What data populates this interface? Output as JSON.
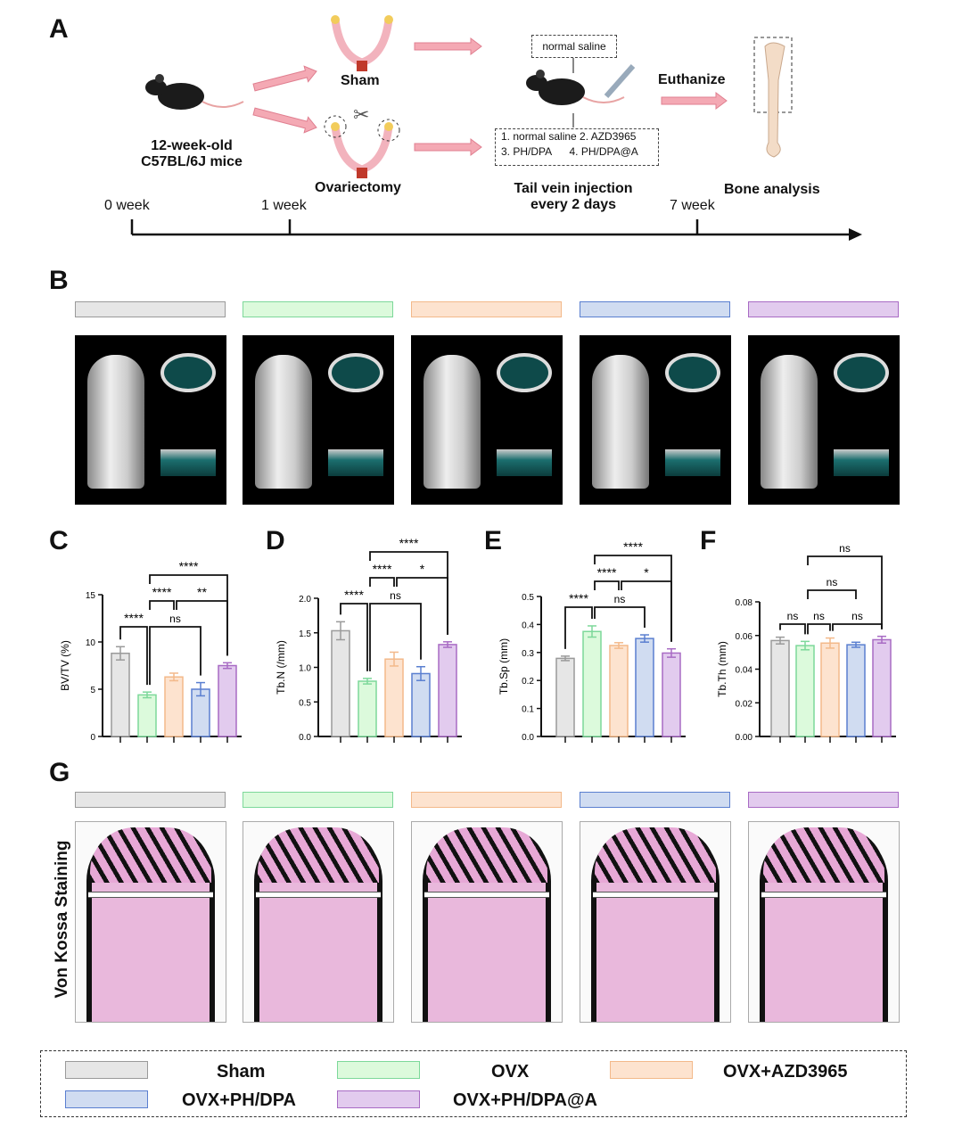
{
  "panels": {
    "a": "A",
    "b": "B",
    "c": "C",
    "d": "D",
    "e": "E",
    "f": "F",
    "g": "G"
  },
  "schematic": {
    "mice_label_1": "12-week-old",
    "mice_label_2": "C57BL/6J mice",
    "sham": "Sham",
    "ovx": "Ovariectomy",
    "normal_saline": "normal saline",
    "groups_line1": "1. normal saline 2. AZD3965",
    "groups_line2": "3. PH/DPA      4. PH/DPA@A",
    "injection_1": "Tail vein injection",
    "injection_2": "every 2 days",
    "euthanize": "Euthanize",
    "bone_analysis": "Bone analysis",
    "timeline": [
      "0 week",
      "1 week",
      "7 week"
    ]
  },
  "groups": [
    {
      "name": "Sham",
      "fill": "#e6e6e6",
      "stroke": "#9a9a9a"
    },
    {
      "name": "OVX",
      "fill": "#dcfadc",
      "stroke": "#7dd89a"
    },
    {
      "name": "OVX+AZD3965",
      "fill": "#fde3cf",
      "stroke": "#f3b98a"
    },
    {
      "name": "OVX+PH/DPA",
      "fill": "#d0dcf1",
      "stroke": "#5a7fd0"
    },
    {
      "name": "OVX+PH/DPA@A",
      "fill": "#e2cbee",
      "stroke": "#a86bc4"
    }
  ],
  "g_ylabel": "Von Kossa Staining",
  "chart_data": [
    {
      "type": "bar",
      "panel": "C",
      "ylabel": "BV/TV (%)",
      "ylim": [
        0,
        15
      ],
      "ticks": [
        "0",
        "5",
        "10",
        "15"
      ],
      "tickvals": [
        0,
        5,
        10,
        15
      ],
      "categories": [
        "Sham",
        "OVX",
        "OVX+AZD3965",
        "OVX+PH/DPA",
        "OVX+PH/DPA@A"
      ],
      "values": [
        8.8,
        4.4,
        6.3,
        5.0,
        7.5
      ],
      "sd": [
        0.7,
        0.3,
        0.4,
        0.7,
        0.3
      ],
      "comparisons": [
        [
          0,
          1,
          "****",
          1
        ],
        [
          1,
          3,
          "ns",
          1
        ],
        [
          1,
          2,
          "****",
          2
        ],
        [
          2,
          4,
          "**",
          2
        ],
        [
          1,
          4,
          "****",
          3
        ]
      ]
    },
    {
      "type": "bar",
      "panel": "D",
      "ylabel": "Tb.N (/mm)",
      "ylim": [
        0,
        2
      ],
      "ticks": [
        "0.0",
        "0.5",
        "1.0",
        "1.5",
        "2.0"
      ],
      "tickvals": [
        0,
        0.5,
        1,
        1.5,
        2
      ],
      "categories": [
        "Sham",
        "OVX",
        "OVX+AZD3965",
        "OVX+PH/DPA",
        "OVX+PH/DPA@A"
      ],
      "values": [
        1.53,
        0.8,
        1.12,
        0.91,
        1.33
      ],
      "sd": [
        0.13,
        0.04,
        0.1,
        0.1,
        0.04
      ],
      "comparisons": [
        [
          0,
          1,
          "****",
          1
        ],
        [
          1,
          3,
          "ns",
          1
        ],
        [
          1,
          2,
          "****",
          2
        ],
        [
          2,
          4,
          "*",
          2
        ],
        [
          1,
          4,
          "****",
          3
        ]
      ]
    },
    {
      "type": "bar",
      "panel": "E",
      "ylabel": "Tb.Sp (mm)",
      "ylim": [
        0,
        0.5
      ],
      "ticks": [
        "0.0",
        "0.1",
        "0.2",
        "0.3",
        "0.4",
        "0.5"
      ],
      "tickvals": [
        0,
        0.1,
        0.2,
        0.3,
        0.4,
        0.5
      ],
      "categories": [
        "Sham",
        "OVX",
        "OVX+AZD3965",
        "OVX+PH/DPA",
        "OVX+PH/DPA@A"
      ],
      "values": [
        0.279,
        0.375,
        0.325,
        0.35,
        0.298
      ],
      "sd": [
        0.008,
        0.02,
        0.01,
        0.013,
        0.015
      ],
      "comparisons": [
        [
          0,
          1,
          "****",
          1
        ],
        [
          1,
          3,
          "ns",
          1
        ],
        [
          1,
          2,
          "****",
          2
        ],
        [
          2,
          4,
          "*",
          2
        ],
        [
          1,
          4,
          "****",
          3
        ]
      ]
    },
    {
      "type": "bar",
      "panel": "F",
      "ylabel": "Tb.Th (mm)",
      "ylim": [
        0,
        0.08
      ],
      "ticks": [
        "0.00",
        "0.02",
        "0.04",
        "0.06",
        "0.08"
      ],
      "tickvals": [
        0,
        0.02,
        0.04,
        0.06,
        0.08
      ],
      "categories": [
        "Sham",
        "OVX",
        "OVX+AZD3965",
        "OVX+PH/DPA",
        "OVX+PH/DPA@A"
      ],
      "values": [
        0.057,
        0.054,
        0.0555,
        0.0545,
        0.0575
      ],
      "sd": [
        0.002,
        0.0025,
        0.003,
        0.0015,
        0.002
      ],
      "comparisons": [
        [
          0,
          1,
          "ns",
          1
        ],
        [
          1,
          2,
          "ns",
          1
        ],
        [
          2,
          4,
          "ns",
          1
        ],
        [
          1,
          3,
          "ns",
          2
        ],
        [
          1,
          4,
          "ns",
          3
        ]
      ]
    }
  ]
}
